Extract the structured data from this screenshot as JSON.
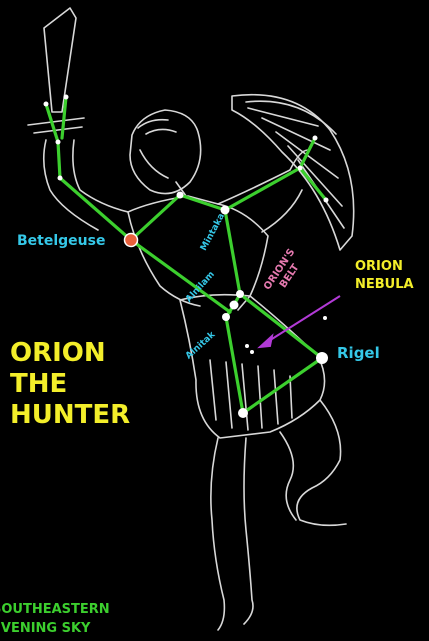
{
  "stars": {
    "betelgeuse": "Betelgeuse",
    "rigel": "Rigel",
    "mintaka": "Mintaka",
    "alnilam": "Alnilam",
    "alnitak": "Alnitak"
  },
  "labels": {
    "belt": [
      "ORION'S",
      "BELT"
    ],
    "nebula": [
      "ORION",
      "NEBULA"
    ]
  },
  "title": [
    "ORION",
    "THE",
    "HUNTER"
  ],
  "footer": [
    "SOUTHEASTERN",
    "EVENING SKY"
  ],
  "colors": {
    "star_label": "#35c8e8",
    "constellation_line": "#3ccf2e",
    "title": "#f3ee2a",
    "belt_label": "#e67ab0",
    "nebula_arrow": "#b23ad6",
    "betelgeuse_star": "#e8603c"
  }
}
